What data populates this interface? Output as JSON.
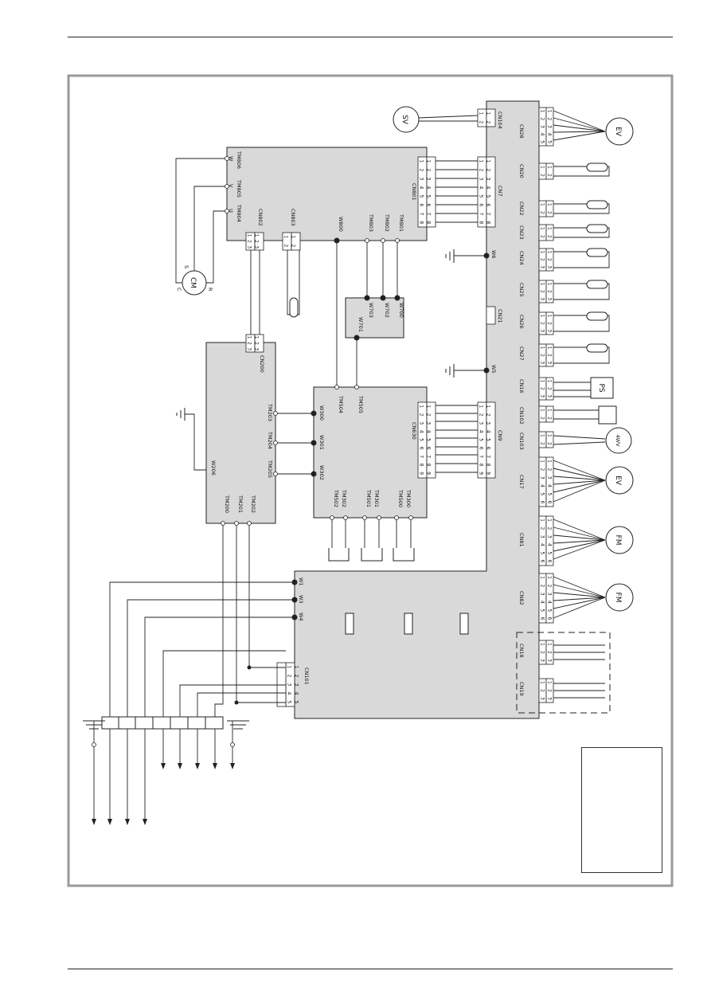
{
  "main_board": {
    "terminals": [
      "CN104",
      "CN28",
      "CN20",
      "CN7",
      "CN22",
      "CN23",
      "W6",
      "CN24",
      "CN25",
      "CN21",
      "CN26",
      "CN27",
      "W5",
      "CN16",
      "CN102",
      "CN9",
      "CN103",
      "CN17",
      "CN81",
      "CN82",
      "W1",
      "W3",
      "W4",
      "CN101",
      "CN18",
      "CN19"
    ]
  },
  "inverter_board": {
    "terminals": [
      "TM806",
      "TM805",
      "TM804",
      "W",
      "V",
      "U",
      "CN801",
      "CN802",
      "CN803",
      "W800",
      "TM803",
      "TM802",
      "TM801"
    ]
  },
  "filter_board": {
    "terminals": [
      "CN200",
      "TM203",
      "TM204",
      "TM205",
      "W206",
      "TM200",
      "TM201",
      "TM202"
    ]
  },
  "power_board": {
    "terminals": [
      "W300",
      "W301",
      "W302",
      "TM504",
      "TM505",
      "CN630",
      "TM502",
      "TM302",
      "TM501",
      "TM301",
      "TM500",
      "TM300"
    ]
  },
  "reactor": {
    "terminals": [
      "W703",
      "W702",
      "W700",
      "W701"
    ]
  },
  "compressor": {
    "symbol": "CM",
    "terminals": [
      "S",
      "C",
      "R"
    ]
  },
  "components": {
    "sv": "SV",
    "ev_top": "EV",
    "ps": "PS",
    "four_wv": "4WV",
    "ev_mid": "EV",
    "fm1": "FM",
    "fm2": "FM"
  },
  "legend": {
    "text": ""
  }
}
